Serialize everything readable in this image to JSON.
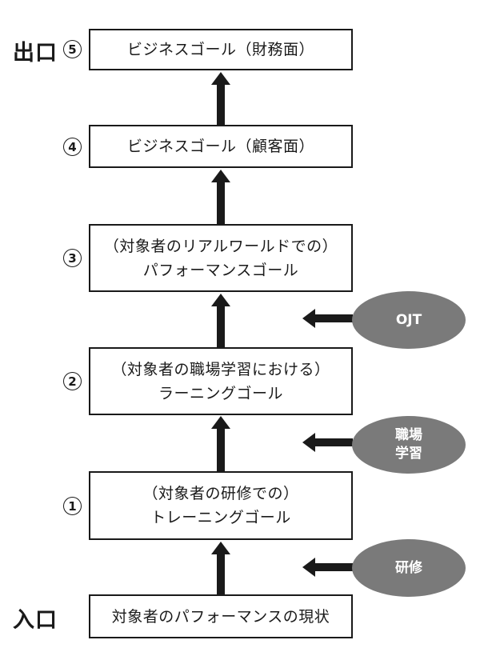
{
  "labels": {
    "exit": "出口",
    "entry": "入口"
  },
  "steps": [
    {
      "num": "5",
      "lines": [
        "ビジネスゴール（財務面）"
      ]
    },
    {
      "num": "4",
      "lines": [
        "ビジネスゴール（顧客面）"
      ]
    },
    {
      "num": "3",
      "lines": [
        "（対象者のリアルワールドでの）",
        "パフォーマンスゴール"
      ]
    },
    {
      "num": "2",
      "lines": [
        "（対象者の職場学習における）",
        "ラーニングゴール"
      ]
    },
    {
      "num": "1",
      "lines": [
        "（対象者の研修での）",
        "トレーニングゴール"
      ]
    }
  ],
  "start": {
    "text": "対象者のパフォーマンスの現状"
  },
  "inputs": [
    {
      "lines": [
        "OJT"
      ]
    },
    {
      "lines": [
        "職場",
        "学習"
      ]
    },
    {
      "lines": [
        "研修"
      ]
    }
  ],
  "colors": {
    "line": "#1a1a1a",
    "oval_fill": "#7a7a7a",
    "oval_text": "#ffffff"
  }
}
